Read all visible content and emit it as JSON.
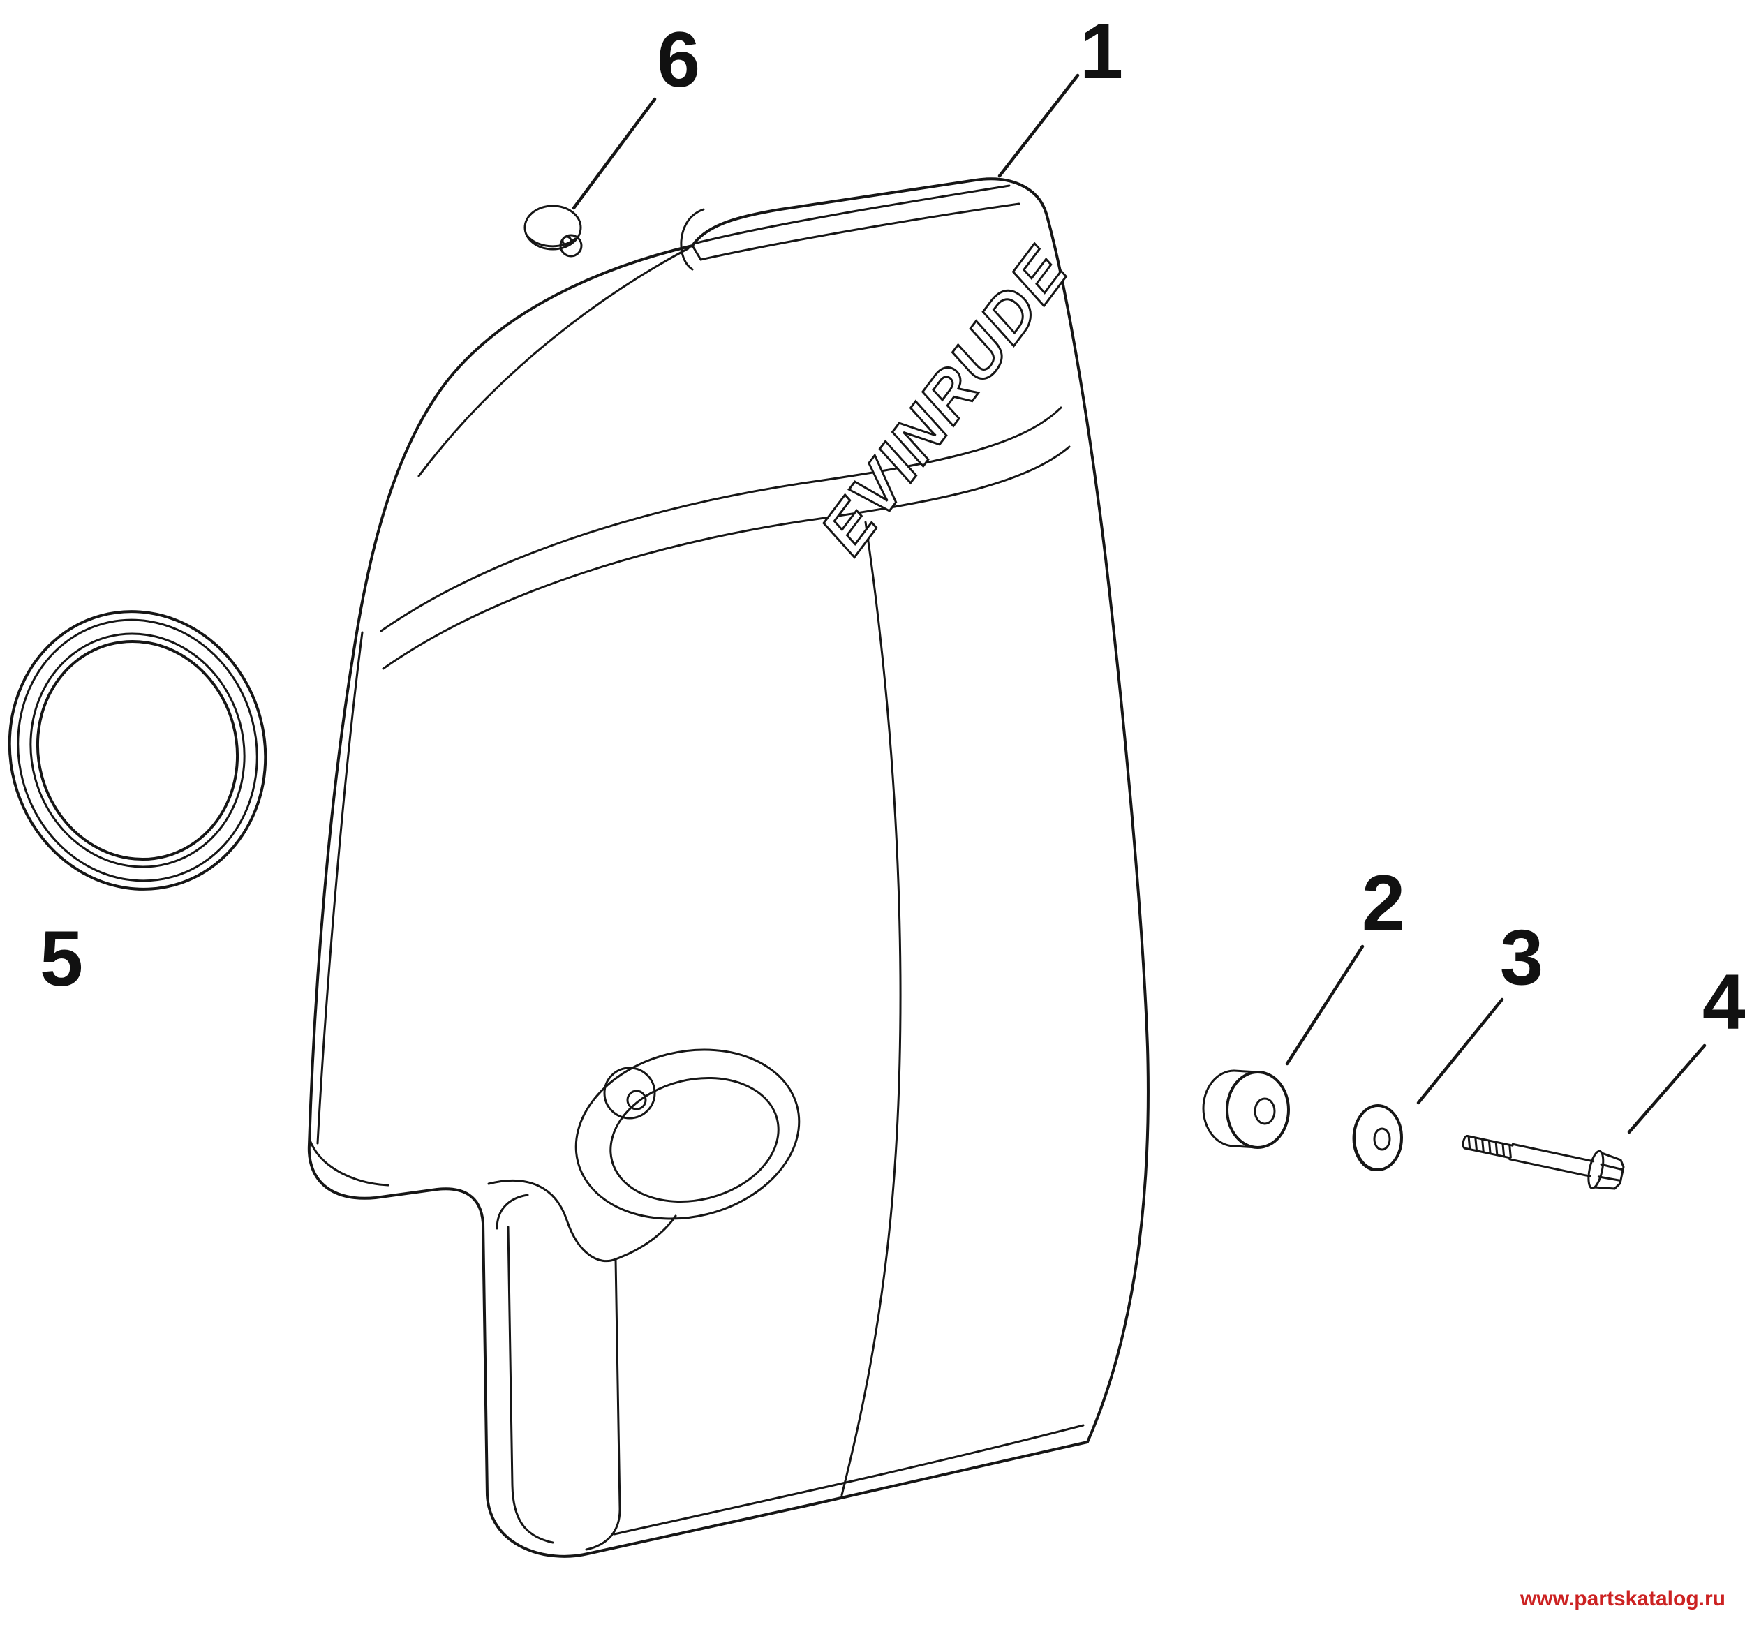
{
  "diagram": {
    "type": "exploded-parts-diagram",
    "subject": "Evinrude outboard engine cover",
    "background_color": "#ffffff",
    "line_color": "#161616",
    "watermark_color": "#cc2222",
    "brand_logo": "EVINRUDE",
    "watermark": "www.partskatalog.ru",
    "callouts": [
      {
        "label": "1",
        "part": "engine-cover"
      },
      {
        "label": "2",
        "part": "spacer"
      },
      {
        "label": "3",
        "part": "washer"
      },
      {
        "label": "4",
        "part": "flange-bolt"
      },
      {
        "label": "5",
        "part": "seal-ring"
      },
      {
        "label": "6",
        "part": "grommet"
      }
    ]
  }
}
